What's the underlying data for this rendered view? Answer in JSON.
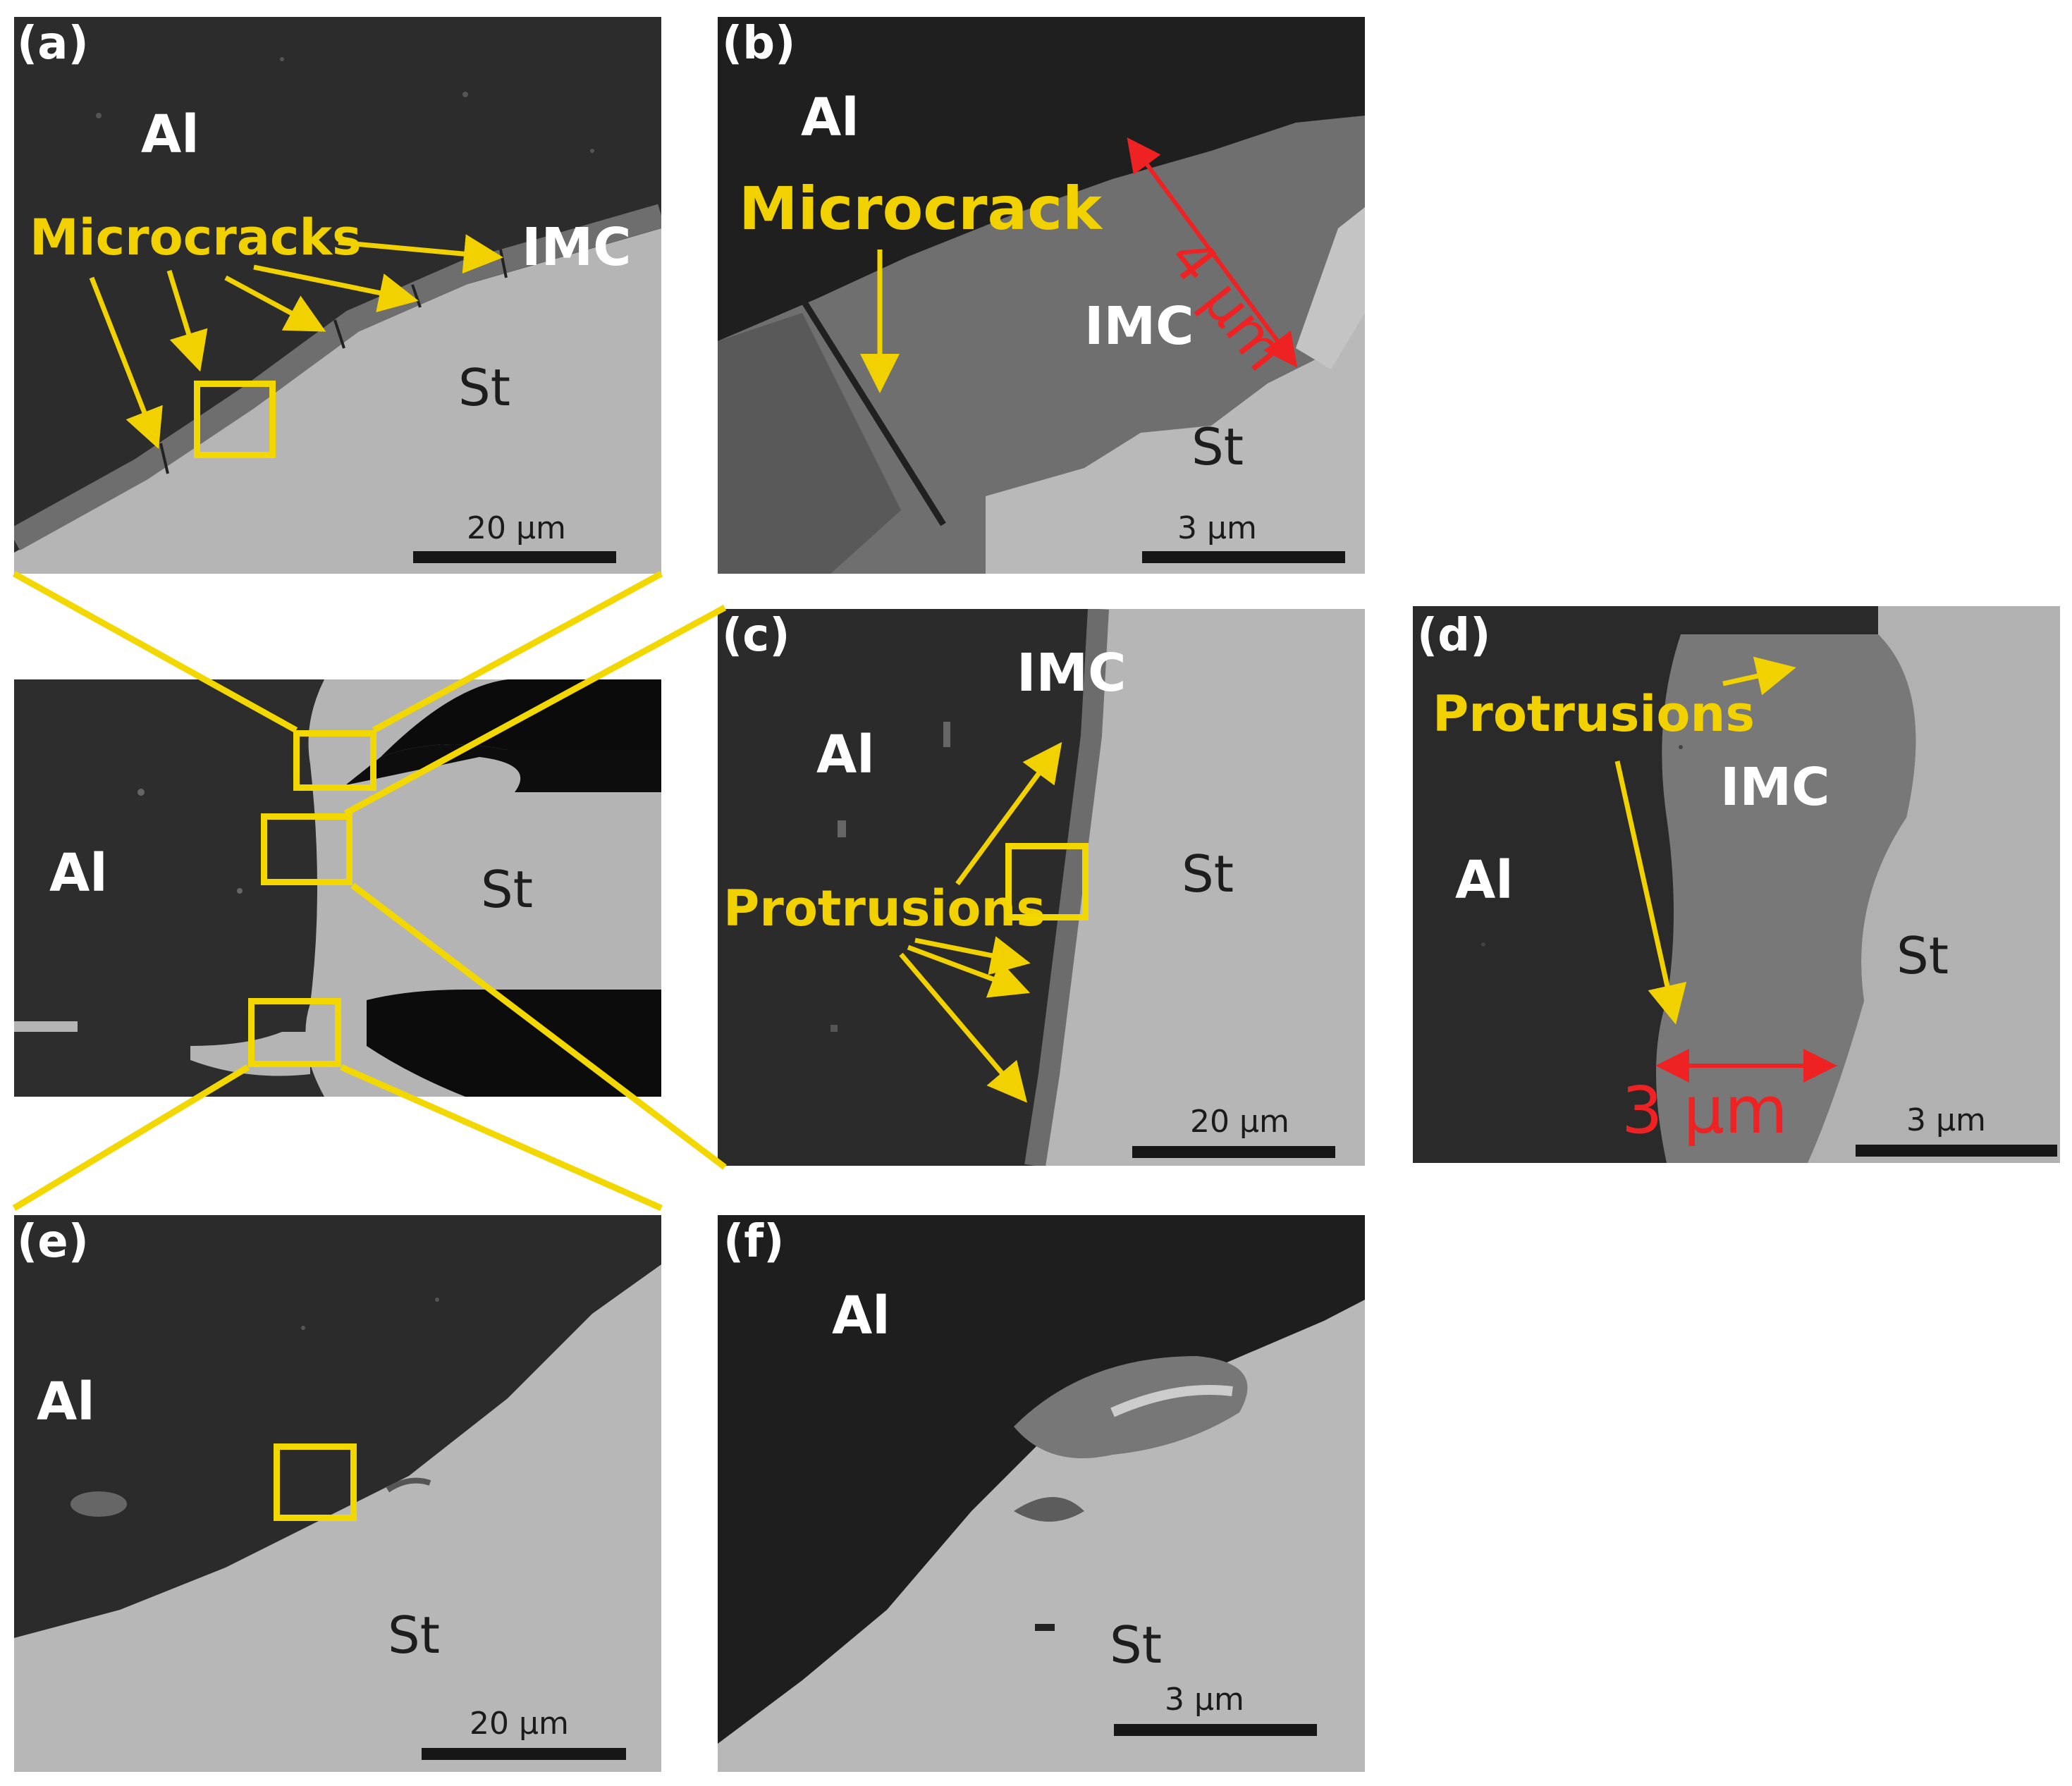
{
  "colors": {
    "highlight": "#f2d800",
    "measure": "#ee2222",
    "al_phase": "#2b2b2b",
    "st_phase": "#b4b4b4",
    "imc_phase": "#707070"
  },
  "panels": {
    "a": {
      "tag": "(a)",
      "al": "Al",
      "imc": "IMC",
      "st": "St",
      "annotation": "Microcracks",
      "scale": "20 µm"
    },
    "b": {
      "tag": "(b)",
      "al": "Al",
      "imc": "IMC",
      "st": "St",
      "annotation": "Microcrack",
      "measure": "4 µm",
      "scale": "3 µm"
    },
    "overview": {
      "al": "Al",
      "st": "St"
    },
    "c": {
      "tag": "(c)",
      "al": "Al",
      "imc": "IMC",
      "st": "St",
      "annotation": "Protrusions",
      "scale": "20 µm"
    },
    "d": {
      "tag": "(d)",
      "al": "Al",
      "imc": "IMC",
      "st": "St",
      "annotation": "Protrusions",
      "measure": "3 µm",
      "scale": "3 µm"
    },
    "e": {
      "tag": "(e)",
      "al": "Al",
      "st": "St",
      "scale": "20 µm"
    },
    "f": {
      "tag": "(f)",
      "al": "Al",
      "st": "St",
      "scale": "3 µm"
    }
  }
}
